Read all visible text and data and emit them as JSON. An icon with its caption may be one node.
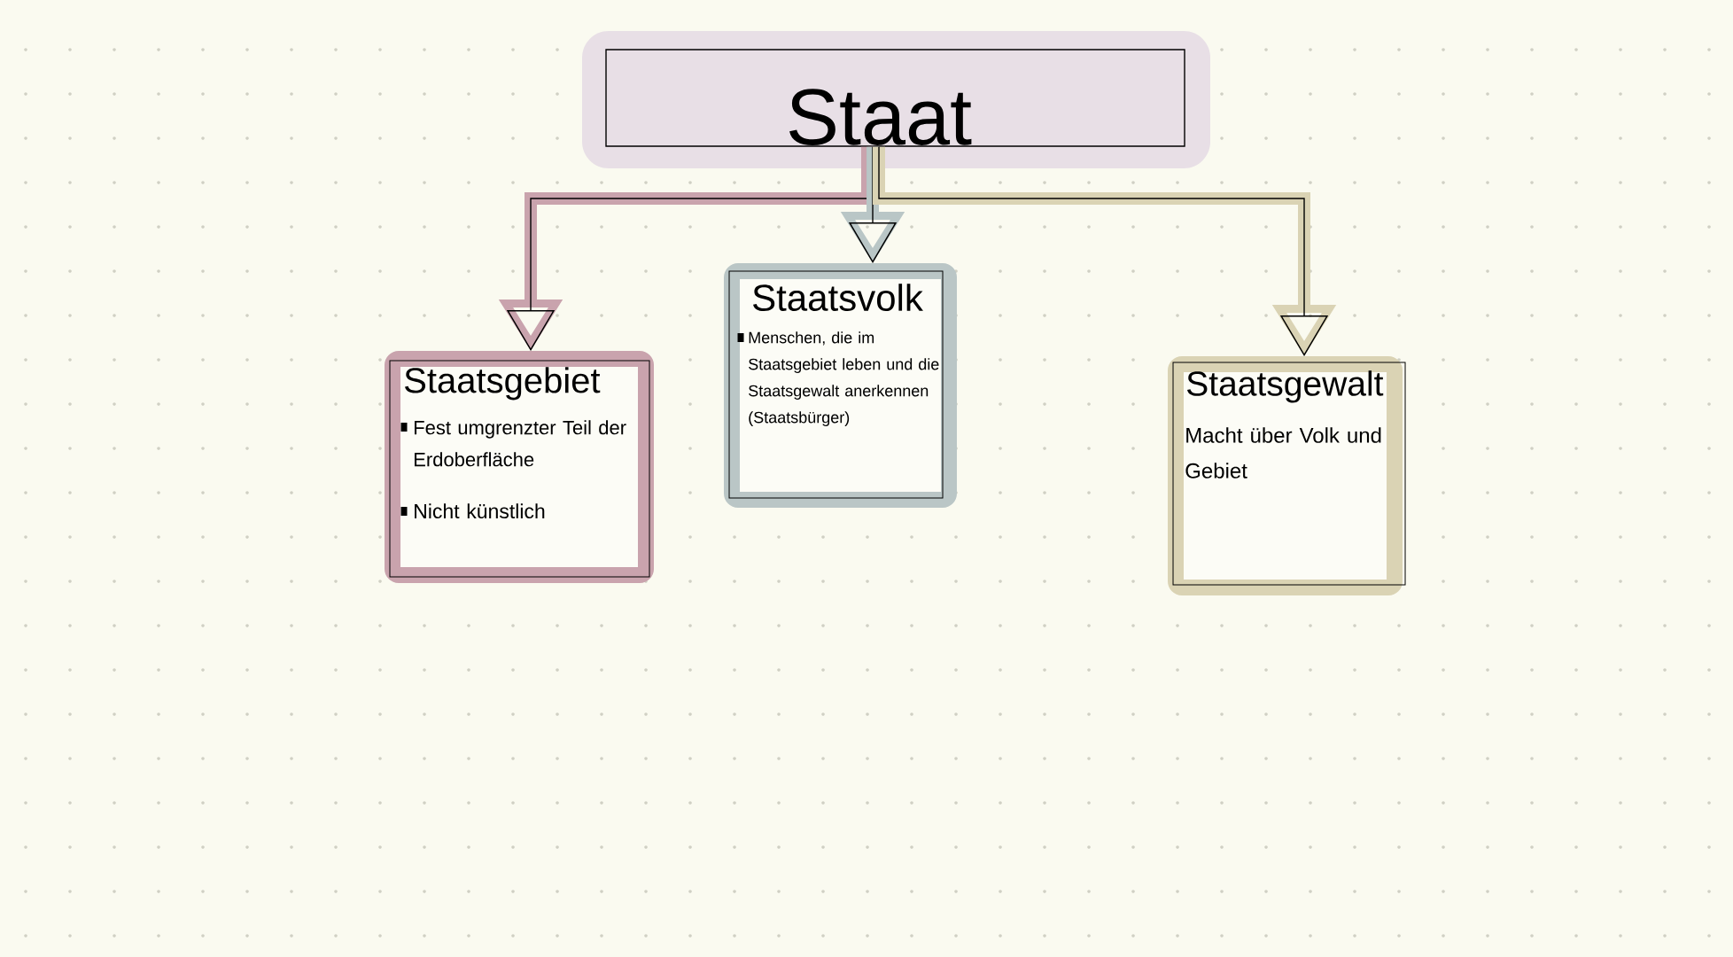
{
  "diagram": {
    "nodes": [
      {
        "text": [
          "Staat"
        ]
      },
      {
        "text": [
          "Staatsgebiet",
          "Fest umgrenzter Teil der Erdoberfläche",
          "Nicht künstlich"
        ]
      },
      {
        "text": [
          "Staatsvolk",
          "Menschen, die im Staatsgebiet leben und die Staatsgewalt anerkennen (Staatsbürger)"
        ]
      },
      {
        "text": [
          "Staatsgewalt",
          "Macht über Volk und Gebiet"
        ]
      }
    ],
    "edges": [
      {
        "from": 0,
        "to": 1,
        "arrow": "to"
      },
      {
        "from": 0,
        "to": 2,
        "arrow": "to"
      },
      {
        "from": 0,
        "to": 3,
        "arrow": "to"
      }
    ]
  }
}
